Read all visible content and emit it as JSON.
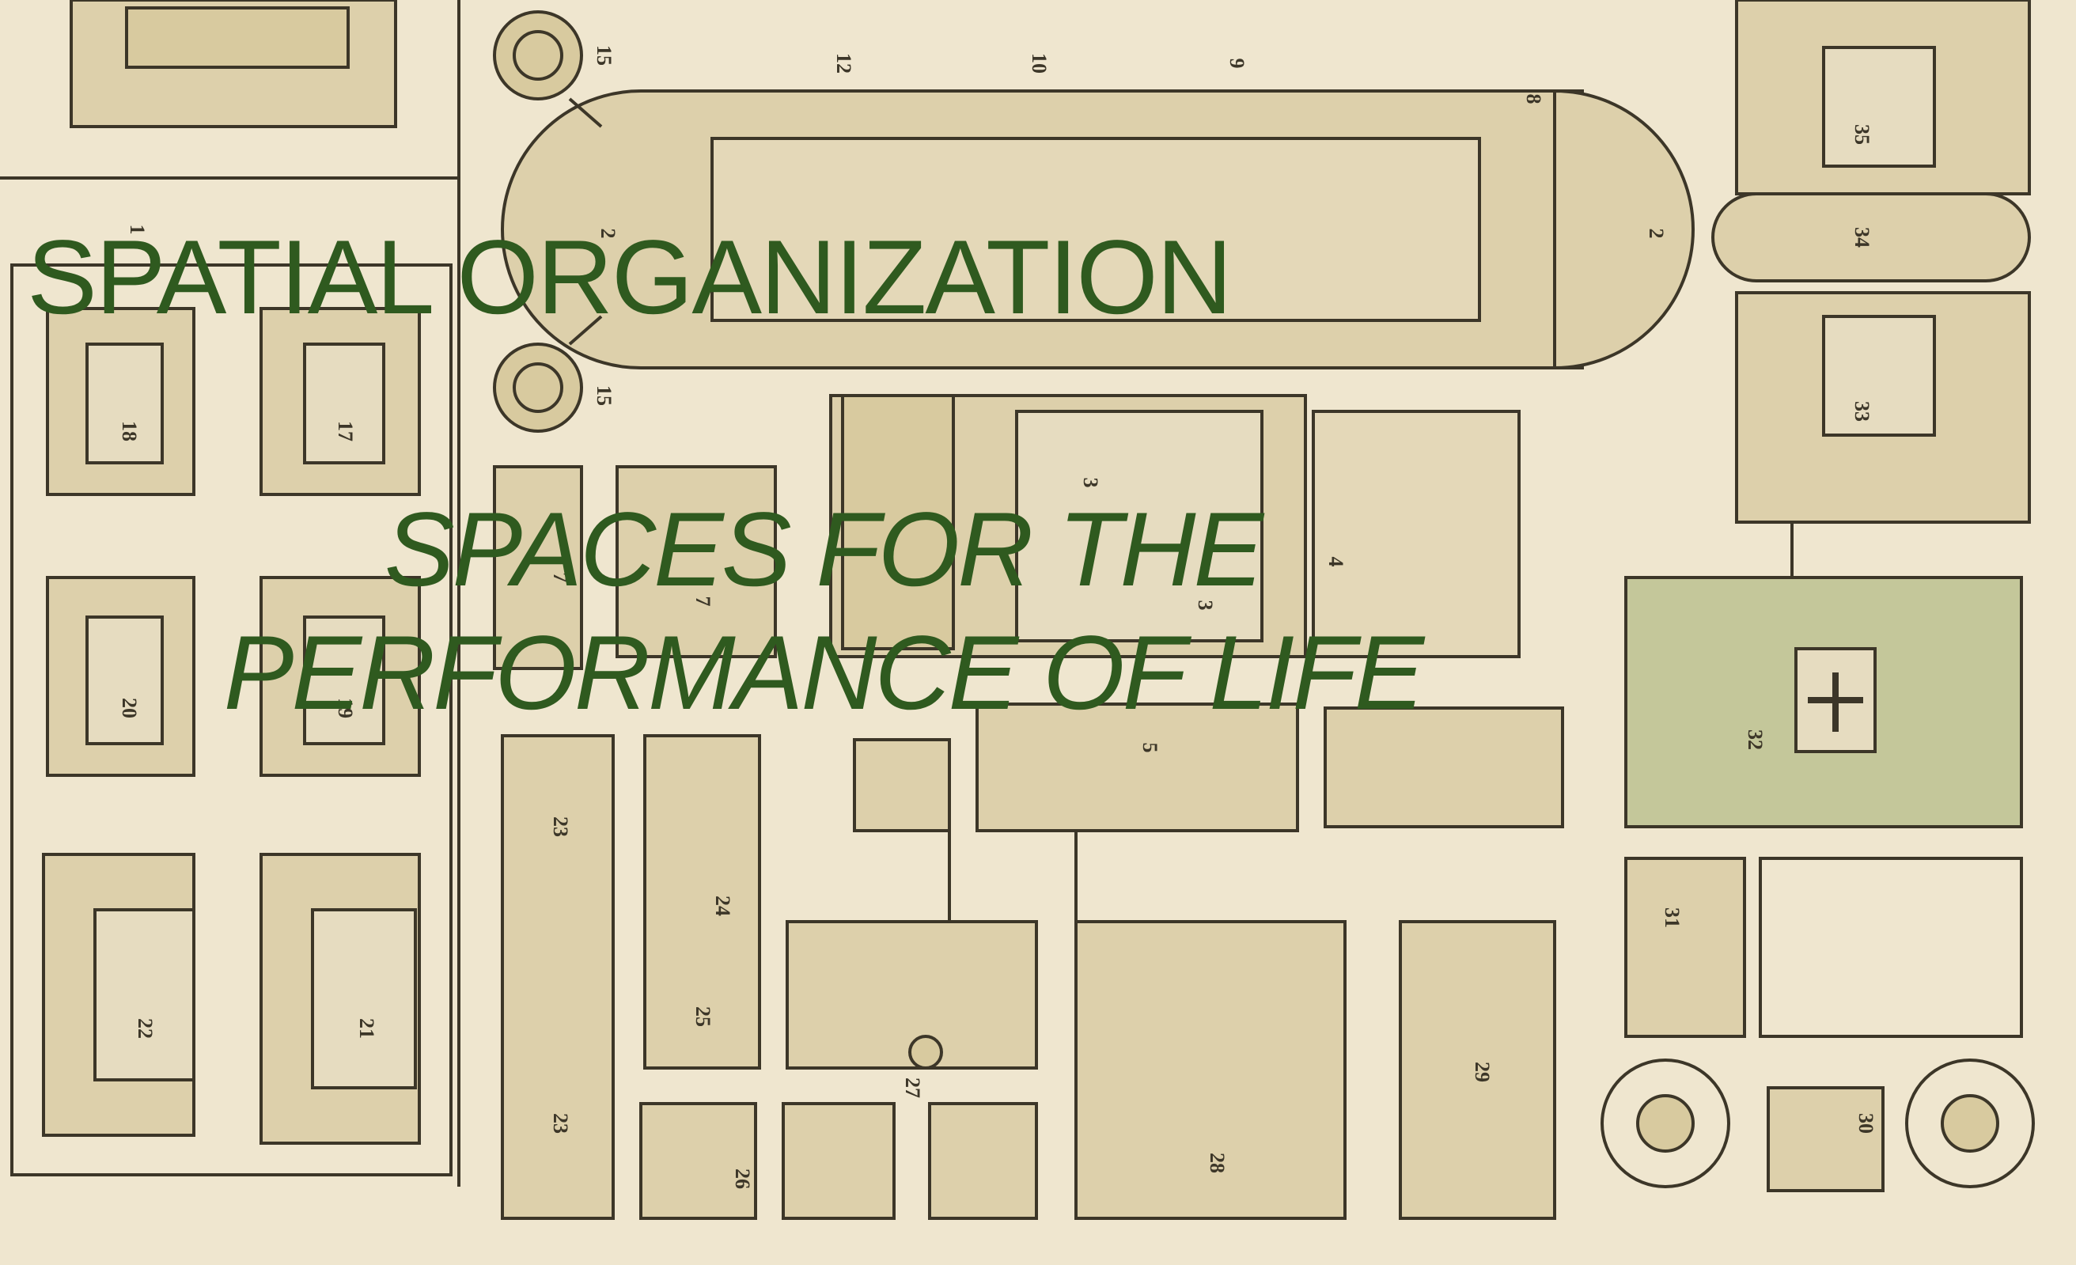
{
  "slide": {
    "title": "SPATIAL ORGANIZATION",
    "subtitle_line1": "SPACES FOR THE",
    "subtitle_line2": "PERFORMANCE OF LIFE"
  },
  "plan_labels": [
    "1",
    "2",
    "2",
    "3",
    "3",
    "4",
    "5",
    "7",
    "7",
    "8",
    "9",
    "10",
    "12",
    "15",
    "15",
    "17",
    "18",
    "19",
    "20",
    "21",
    "22",
    "23",
    "23",
    "24",
    "25",
    "26",
    "27",
    "28",
    "29",
    "30",
    "31",
    "32",
    "33",
    "34",
    "35"
  ],
  "colors": {
    "paper": "#efe6cf",
    "ink": "#3c3628",
    "room_fill": "#ddd0ab",
    "garden_fill": "#c4c79a",
    "title_green": "#2f5a1f"
  },
  "icons": [
    "monastery-plan-drawing",
    "cross-icon",
    "spiral-tower-icon",
    "wheel-icon"
  ]
}
